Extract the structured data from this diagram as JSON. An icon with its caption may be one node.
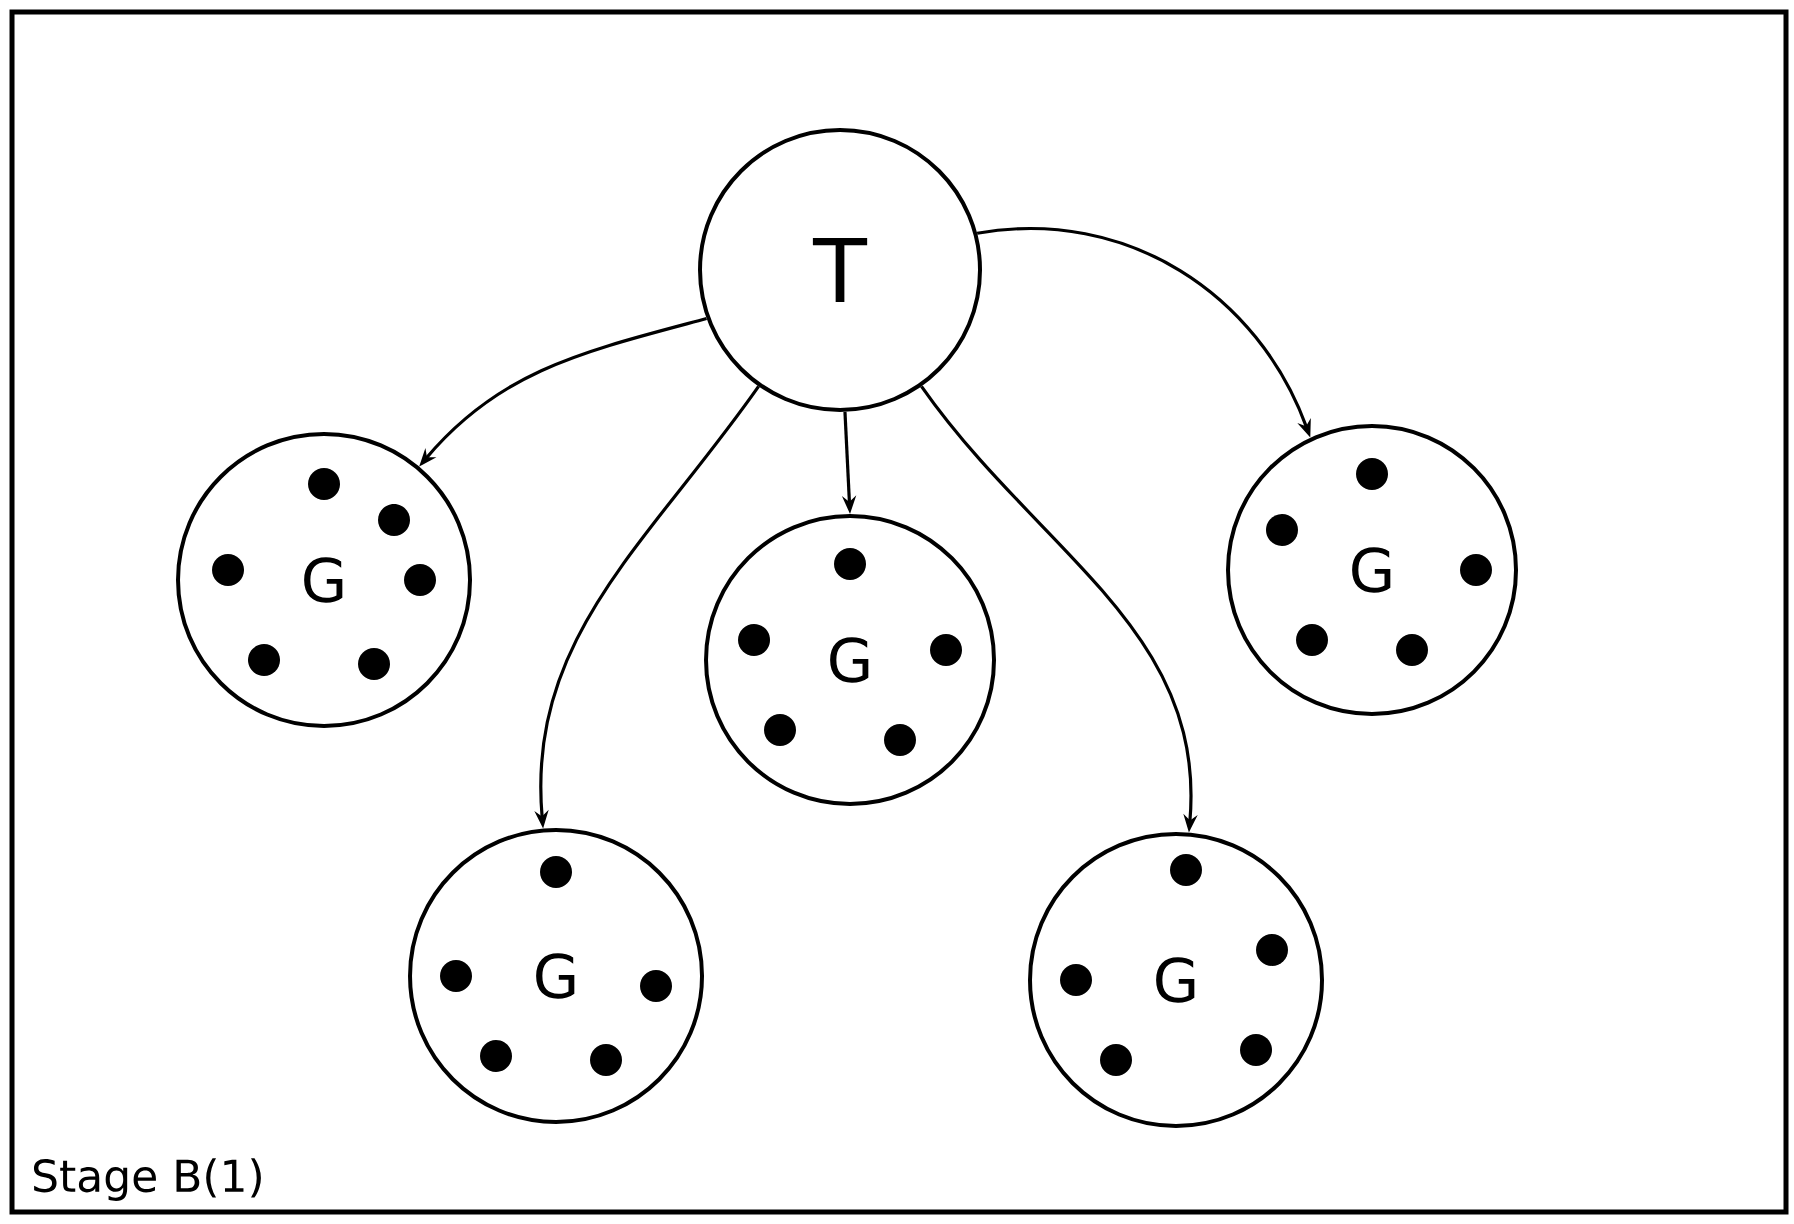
{
  "diagram": {
    "nodes": [
      {
        "text": [
          "T"
        ]
      },
      {
        "text": [
          "G"
        ]
      },
      {
        "text": [
          "G"
        ]
      },
      {
        "text": [
          "G"
        ]
      },
      {
        "text": [
          "G"
        ]
      },
      {
        "text": [
          "G"
        ]
      }
    ],
    "edges": [
      {
        "from": 0,
        "to": 1,
        "arrow": "to"
      },
      {
        "from": 0,
        "to": 2,
        "arrow": "to"
      },
      {
        "from": 0,
        "to": 3,
        "arrow": "to"
      },
      {
        "from": 0,
        "to": 4,
        "arrow": "to"
      },
      {
        "from": 0,
        "to": 5,
        "arrow": "to"
      }
    ],
    "labels": [
      "Stage B(1)"
    ]
  }
}
